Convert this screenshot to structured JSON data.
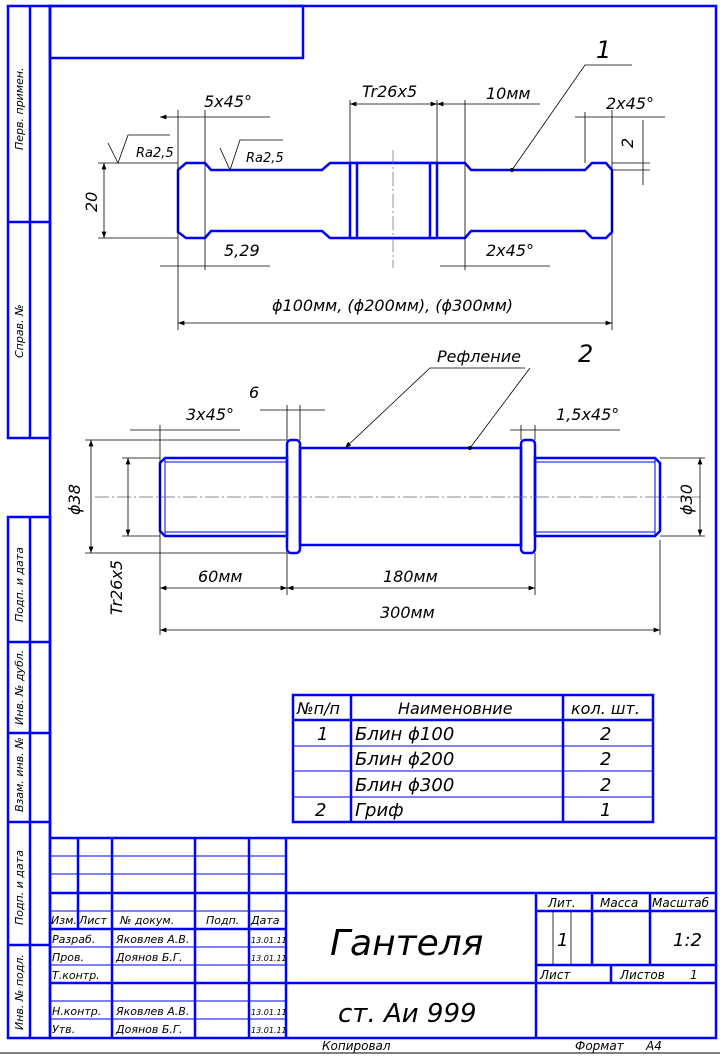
{
  "side": {
    "perv_primen": "Перв. примен.",
    "sprav_no": "Справ. №",
    "podp_data_1": "Подп. и дата",
    "inv_dubl": "Инв. № дубл.",
    "vzam_inv": "Взам. инв. №",
    "podp_data_2": "Подп. и дата",
    "inv_podl": "Инв. № подл."
  },
  "part1": {
    "callout": "1",
    "chamfer_left": "5x45°",
    "thread": "Tr26x5",
    "width_10": "10мм",
    "chamfer_right": "2x45°",
    "chamfer_h": "2",
    "ra_left": "Ra2,5",
    "ra_mid": "Ra2,5",
    "height": "20",
    "neck": "5,29",
    "chamfer_bottom": "2x45°",
    "diameter": "ϕ100мм, (ϕ200мм), (ϕ300мм)"
  },
  "part2": {
    "callout": "2",
    "knurl": "Рефление",
    "chamfer_left": "3x45°",
    "collar": "6",
    "chamfer_right": "1,5x45°",
    "d38": "ϕ38",
    "d30": "ϕ30",
    "thread": "Tr26x5",
    "len60": "60мм",
    "len180": "180мм",
    "len300": "300мм"
  },
  "spec": {
    "headers": [
      "№п/п",
      "Наименовние",
      "кол. шт."
    ],
    "rows": [
      [
        "1",
        "Блин ϕ100",
        "2"
      ],
      [
        "",
        "Блин ϕ200",
        "2"
      ],
      [
        "",
        "Блин ϕ300",
        "2"
      ],
      [
        "2",
        "Гриф",
        "1"
      ]
    ]
  },
  "title_block": {
    "col_headers": [
      "Изм.",
      "Лист",
      "№ докум.",
      "Подп.",
      "Дата"
    ],
    "roles": [
      {
        "role": "Разраб.",
        "name": "Яковлев А.В.",
        "date": "13.01.11"
      },
      {
        "role": "Пров.",
        "name": "Доянов Б.Г.",
        "date": "13.01.11"
      },
      {
        "role": "Т.контр.",
        "name": "",
        "date": ""
      },
      {
        "role": "",
        "name": "",
        "date": ""
      },
      {
        "role": "Н.контр.",
        "name": "Яковлев А.В.",
        "date": "13.01.11"
      },
      {
        "role": "Утв.",
        "name": "Доянов Б.Г.",
        "date": "13.01.11"
      }
    ],
    "title": "Гантеля",
    "material": "ст. Аи 999",
    "lit_label": "Лит.",
    "mass_label": "Масса",
    "scale_label": "Масштаб",
    "lit_value": "1",
    "scale_value": "1:2",
    "sheet_label": "Лист",
    "sheets_label": "Листов",
    "sheets_value": "1",
    "copied": "Копировал",
    "format_label": "Формат",
    "format_value": "А4"
  }
}
